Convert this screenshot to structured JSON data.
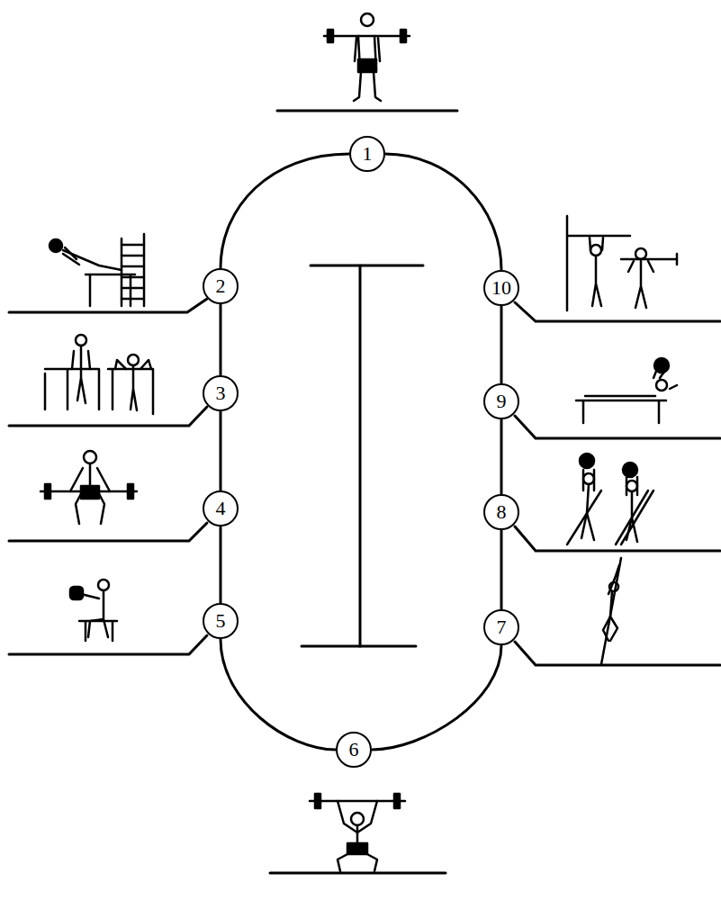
{
  "diagram": {
    "nodes": [
      {
        "text": [
          "1"
        ]
      },
      {
        "text": [
          "2"
        ]
      },
      {
        "text": [
          "3"
        ]
      },
      {
        "text": [
          "4"
        ]
      },
      {
        "text": [
          "5"
        ]
      },
      {
        "text": [
          "6"
        ]
      },
      {
        "text": [
          "7"
        ]
      },
      {
        "text": [
          "8"
        ]
      },
      {
        "text": [
          "9"
        ]
      },
      {
        "text": [
          "10"
        ]
      }
    ],
    "edges": [
      {
        "from": 0,
        "to": 1,
        "arrow": "none"
      },
      {
        "from": 1,
        "to": 2,
        "arrow": "none"
      },
      {
        "from": 2,
        "to": 3,
        "arrow": "none"
      },
      {
        "from": 3,
        "to": 4,
        "arrow": "none"
      },
      {
        "from": 4,
        "to": 5,
        "arrow": "none"
      },
      {
        "from": 5,
        "to": 6,
        "arrow": "none"
      },
      {
        "from": 6,
        "to": 7,
        "arrow": "none"
      },
      {
        "from": 7,
        "to": 8,
        "arrow": "none"
      },
      {
        "from": 8,
        "to": 9,
        "arrow": "none"
      },
      {
        "from": 9,
        "to": 0,
        "arrow": "none"
      }
    ]
  }
}
